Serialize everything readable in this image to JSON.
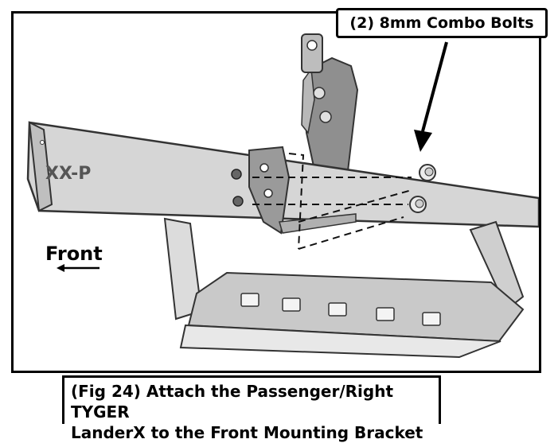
{
  "callout": {
    "text": "(2) 8mm Combo Bolts"
  },
  "part_label": "XX-P",
  "direction": {
    "label": "Front"
  },
  "caption": {
    "line1": "(Fig 24) Attach the Passenger/Right TYGER",
    "line2": "LanderX to the Front Mounting Bracket"
  },
  "colors": {
    "frame": "#000000",
    "part_fill": "#d9d9d9",
    "part_dark": "#8c8c8c",
    "bracket_fill": "#9a9a9a",
    "label_gray": "#555555"
  }
}
